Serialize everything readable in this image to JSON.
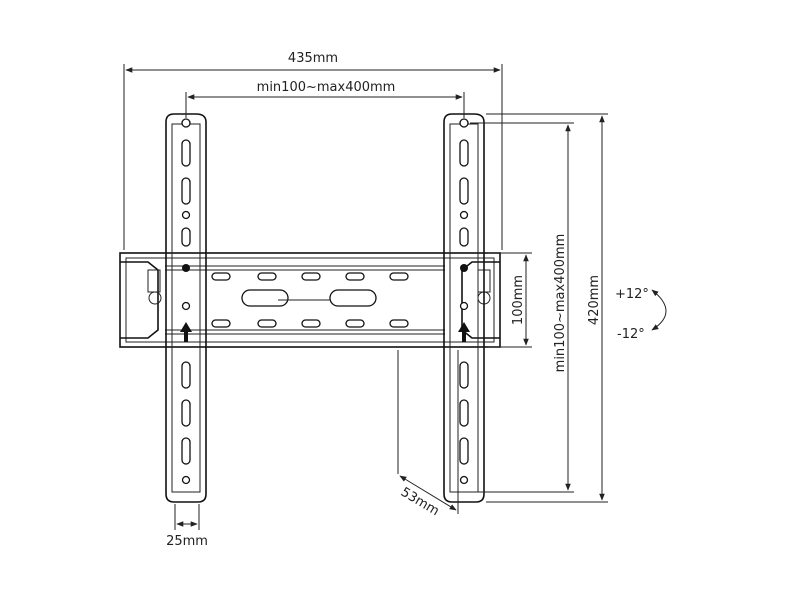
{
  "dimensions": {
    "overall_width": "435mm",
    "vesa_horizontal": "min100~max400mm",
    "rail_height": "100mm",
    "vesa_vertical": "min100~max400mm",
    "overall_height": "420mm",
    "depth": "53mm",
    "arm_width": "25mm"
  },
  "tilt": {
    "up": "+12°",
    "down": "-12°"
  }
}
